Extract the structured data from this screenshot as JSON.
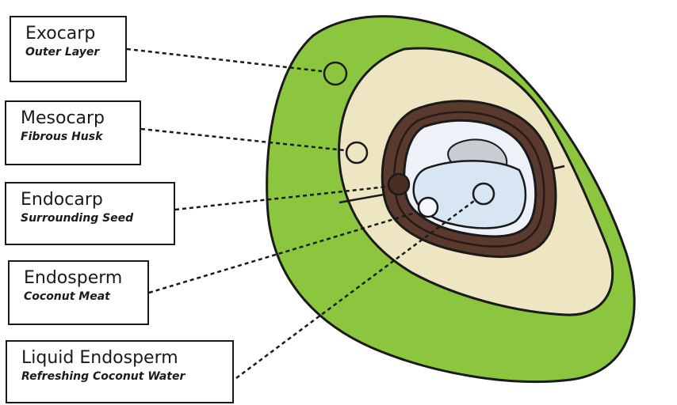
{
  "labels": [
    {
      "id": "exocarp",
      "title": "Exocarp",
      "subtitle": "Outer Layer"
    },
    {
      "id": "mesocarp",
      "title": "Mesocarp",
      "subtitle": "Fibrous Husk"
    },
    {
      "id": "endocarp",
      "title": "Endocarp",
      "subtitle": "Surrounding Seed"
    },
    {
      "id": "endosperm",
      "title": "Endosperm",
      "subtitle": "Coconut Meat"
    },
    {
      "id": "liquid-endosperm",
      "title": "Liquid Endosperm",
      "subtitle": "Refreshing Coconut Water"
    }
  ],
  "colors": {
    "exocarp": "#8cc63f",
    "mesocarp": "#eee6c2",
    "endocarp": "#5a3a2e",
    "endosperm": "#eef2f8",
    "liquid": "#d8e6f4",
    "outline": "#1a1a1a"
  }
}
